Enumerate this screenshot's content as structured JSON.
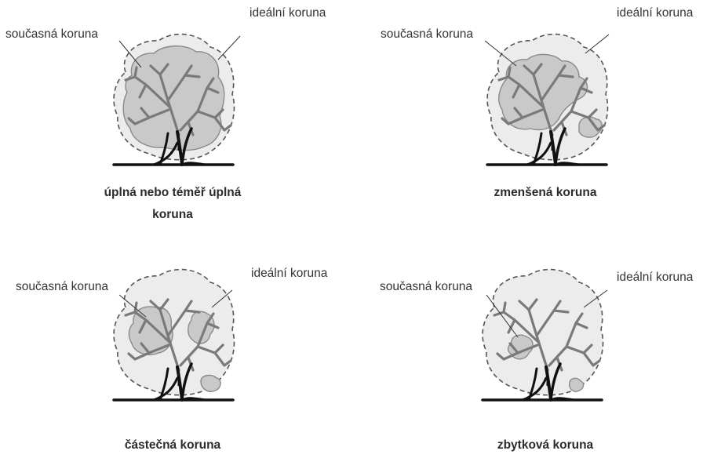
{
  "panels": [
    {
      "ideal_label": "ideální koruna",
      "current_label": "současná koruna",
      "caption_line1": "úplná nebo téměř úplná",
      "caption_line2": "koruna"
    },
    {
      "ideal_label": "ideální koruna",
      "current_label": "současná koruna",
      "caption_line1": "zmenšená koruna",
      "caption_line2": ""
    },
    {
      "ideal_label": "ideální koruna",
      "current_label": "současná koruna",
      "caption_line1": "částečná koruna",
      "caption_line2": ""
    },
    {
      "ideal_label": "ideální koruna",
      "current_label": "současná koruna",
      "caption_line1": "zbytková koruna",
      "caption_line2": ""
    }
  ],
  "colors": {
    "ideal_fill": "#ececec",
    "current_fill": "#c9c9c9",
    "branch": "#7a7a7a",
    "trunk": "#111111",
    "dashed_outline": "#555555"
  }
}
